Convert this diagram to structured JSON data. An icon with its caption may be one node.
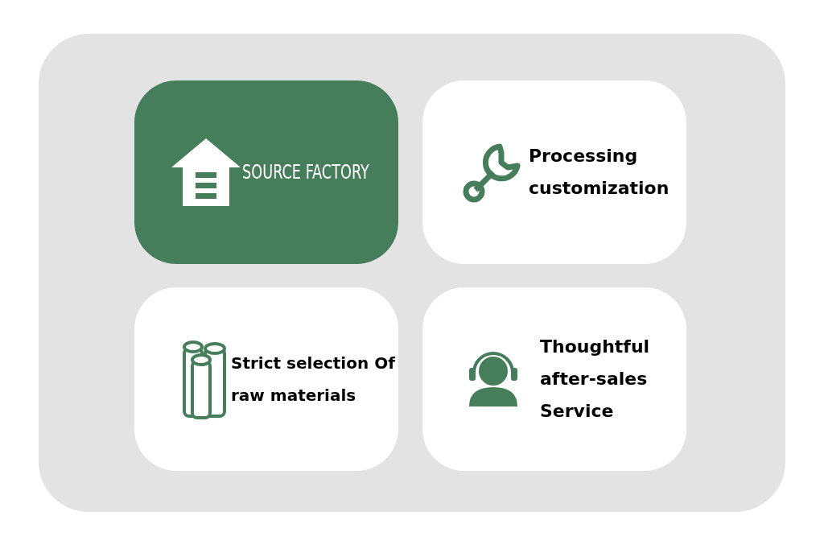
{
  "diagram": {
    "nodes": [
      {
        "text": [],
        "shape": "box"
      },
      {
        "text": [
          "SOURCE FACTORY"
        ],
        "in": 0
      },
      {
        "text": [
          "Processing customization"
        ],
        "in": 0
      },
      {
        "text": [
          "Strict selection Of raw materials"
        ],
        "in": 0
      },
      {
        "text": [
          "Thoughtful after-sales Service"
        ],
        "in": 0
      }
    ]
  }
}
